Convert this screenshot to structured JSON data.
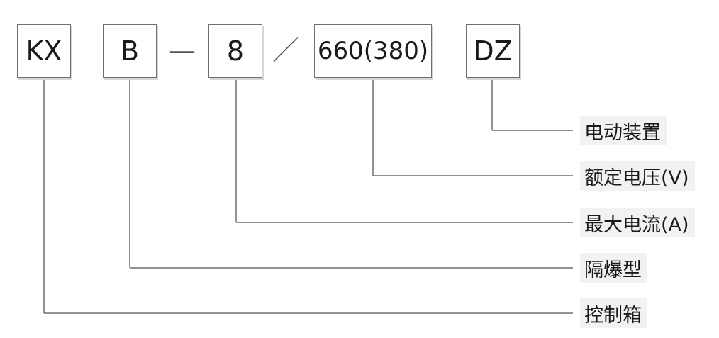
{
  "segments": {
    "kx": "KX",
    "b": "B",
    "current": "8",
    "voltage": "660(380)",
    "dz": "DZ"
  },
  "separators": {
    "dash": "—",
    "slash": "／"
  },
  "labels": {
    "dz": "电动装置",
    "voltage": "额定电压(V)",
    "current": "最大电流(A)",
    "b": "隔爆型",
    "kx": "控制箱"
  }
}
